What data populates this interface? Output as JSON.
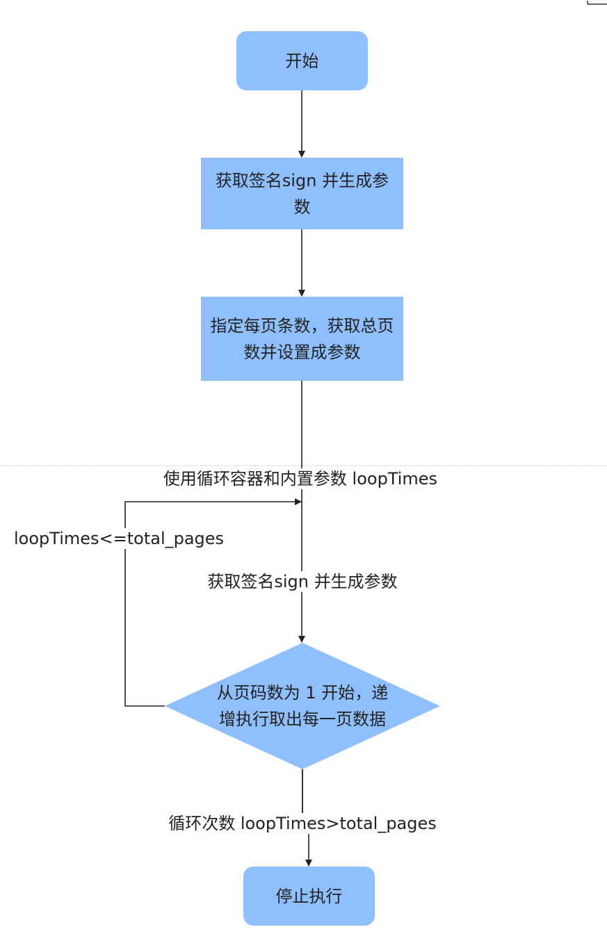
{
  "colors": {
    "node_fill": "#8fbffd",
    "line": "#222222"
  },
  "nodes": {
    "start": "开始",
    "step1": "获取签名sign 并生成参数",
    "step2": "指定每页条数，获取总页数并设置成参数",
    "decision": "从页码数为 1 开始，递增执行取出每一页数据",
    "end": "停止执行"
  },
  "edges": {
    "loop_container": "使用循环容器和内置参数 loopTimes",
    "loop_condition": "loopTimes<=total_pages",
    "sign_again": "获取签名sign 并生成参数",
    "exit_condition": "循环次数 loopTimes>total_pages"
  }
}
